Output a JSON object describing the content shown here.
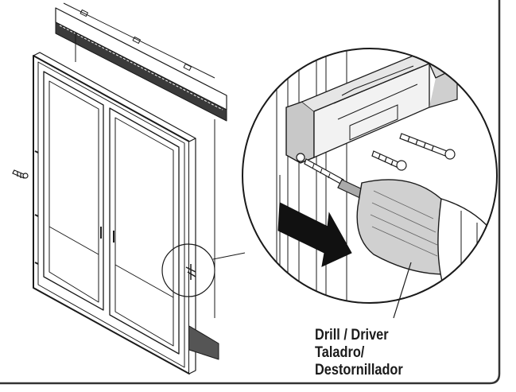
{
  "callout": {
    "line1": "Drill / Driver",
    "line2": "Taladro/",
    "line3": "Destornillador"
  },
  "colors": {
    "ink": "#1a1a1a",
    "frame_border": "#333333",
    "arrow_fill": "#111111",
    "drill_shade": "#c8c8c8",
    "background": "#ffffff"
  },
  "icons": [
    "screw-icon",
    "push-arrow-icon"
  ]
}
